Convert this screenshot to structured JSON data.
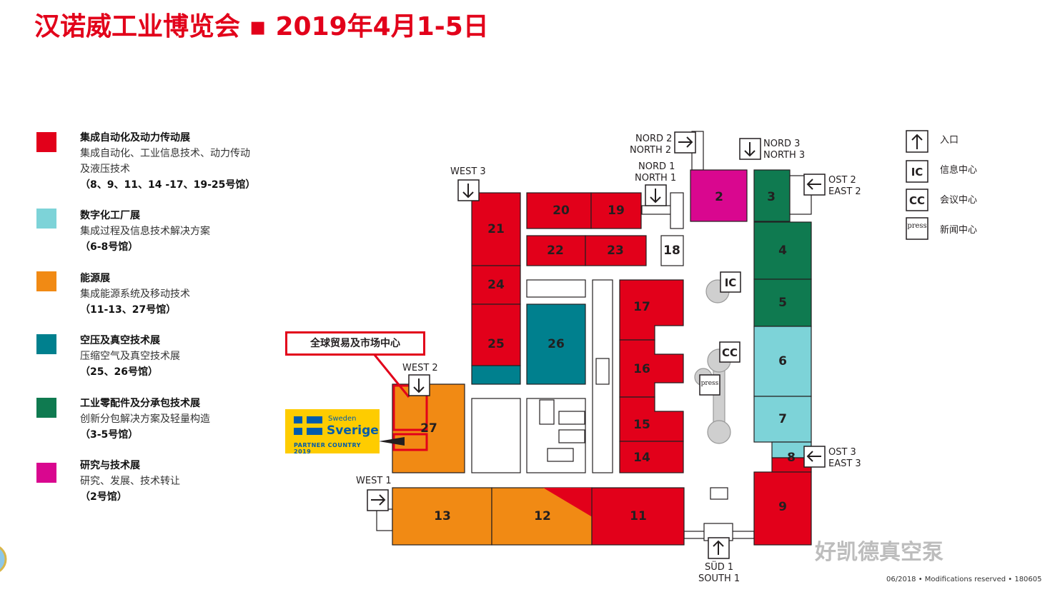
{
  "title": "汉诺威工业博览会 ▪ 2019年4月1-5日",
  "colors": {
    "integrated_automation": "#e2001a",
    "digital_factory": "#7dd3d8",
    "energy": "#f18a14",
    "compressed_air": "#00808e",
    "industrial_supply": "#0f7a50",
    "research": "#d9078f"
  },
  "legend": [
    {
      "title": "集成自动化及动力传动展",
      "desc1": "集成自动化、工业信息技术、动力传动",
      "desc2": "及液压技术",
      "halls": "（8、9、11、14 -17、19-25号馆）"
    },
    {
      "title": "数字化工厂展",
      "desc1": "集成过程及信息技术解决方案",
      "desc2": "",
      "halls": "（6-8号馆）"
    },
    {
      "title": "能源展",
      "desc1": "集成能源系统及移动技术",
      "desc2": "",
      "halls": "（11-13、27号馆）"
    },
    {
      "title": "空压及真空技术展",
      "desc1": "压缩空气及真空技术展",
      "desc2": "",
      "halls": "（25、26号馆）"
    },
    {
      "title": "工业零配件及分承包技术展",
      "desc1": "创新分包解决方案及轻量构造",
      "desc2": "",
      "halls": "（3-5号馆）"
    },
    {
      "title": "研究与技术展",
      "desc1": "研究、发展、技术转让",
      "desc2": "",
      "halls": "（2号馆）"
    }
  ],
  "halls": {
    "h2": "2",
    "h3": "3",
    "h4": "4",
    "h5": "5",
    "h6": "6",
    "h7": "7",
    "h8": "8",
    "h9": "9",
    "h11": "11",
    "h12": "12",
    "h13": "13",
    "h14": "14",
    "h15": "15",
    "h16": "16",
    "h17": "17",
    "h18": "18",
    "h19": "19",
    "h20": "20",
    "h21": "21",
    "h22": "22",
    "h23": "23",
    "h24": "24",
    "h25": "25",
    "h26": "26",
    "h27": "27"
  },
  "gates": {
    "west3": "WEST 3",
    "west2": "WEST 2",
    "west1": "WEST 1",
    "nord1_de": "NORD 1",
    "nord1_en": "NORTH 1",
    "nord2_de": "NORD 2",
    "nord2_en": "NORTH 2",
    "nord3_de": "NORD 3",
    "nord3_en": "NORTH 3",
    "ost2_de": "OST 2",
    "ost2_en": "EAST 2",
    "ost3_de": "OST 3",
    "ost3_en": "EAST 3",
    "sued1_de": "SÜD 1",
    "sued1_en": "SOUTH 1"
  },
  "centers": {
    "ic": "IC",
    "cc": "CC",
    "press": "press"
  },
  "key": {
    "entrance": "入口",
    "info_center": "信息中心",
    "conference_center": "会议中心",
    "press_center": "新闻中心",
    "ic_symbol": "IC",
    "cc_symbol": "CC",
    "press_symbol": "press"
  },
  "global_trade_center": "全球贸易及市场中心",
  "partner": {
    "line1": "Sweden",
    "line2": "Sverige",
    "line3": "PARTNER COUNTRY 2019"
  },
  "footer": "06/2018 • Modifications reserved • 180605",
  "watermark": "好凯德真空泵"
}
